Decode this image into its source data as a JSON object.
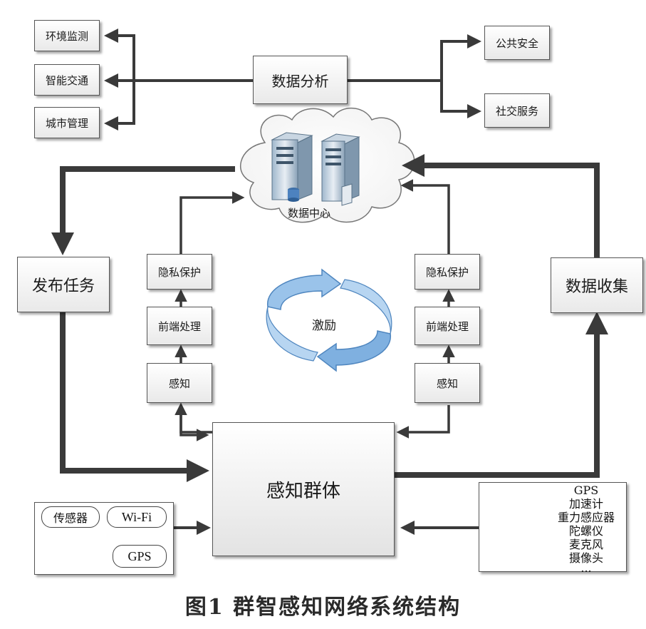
{
  "analysis": {
    "center": "数据分析",
    "left_outputs": [
      "环境监测",
      "智能交通",
      "城市管理"
    ],
    "right_outputs": [
      "公共安全",
      "社交服务"
    ]
  },
  "data_center": {
    "label": "数据中心"
  },
  "publish_task": "发布任务",
  "data_collection": "数据收集",
  "left_pipeline": {
    "privacy": "隐私保护",
    "preprocess": "前端处理",
    "sensing": "感知"
  },
  "right_pipeline": {
    "privacy": "隐私保护",
    "preprocess": "前端处理",
    "sensing": "感知"
  },
  "incentive": "激励",
  "crowd": "感知群体",
  "vehicle_panel": {
    "tags": [
      "传感器",
      "Wi-Fi",
      "GPS"
    ]
  },
  "phone_panel": {
    "sensors": [
      "GPS",
      "加速计",
      "重力感应器",
      "陀螺仪",
      "麦克风",
      "摄像头",
      "..."
    ]
  },
  "caption": "图1   群智感知网络系统结构",
  "colors": {
    "wire": "#3a3a3a",
    "cycle_arrow": "#6aa3d8",
    "car": "#c0392b"
  }
}
